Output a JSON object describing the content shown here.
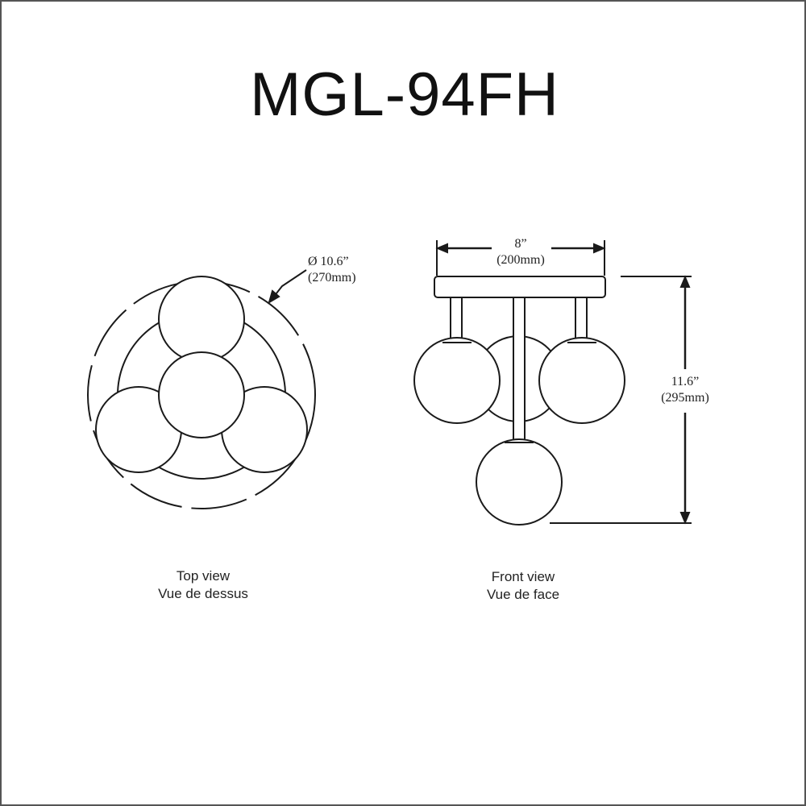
{
  "title": "MGL-94FH",
  "top_view": {
    "caption_en": "Top view",
    "caption_fr": "Vue de dessus",
    "diameter_in": "Ø 10.6”",
    "diameter_mm": "(270mm)"
  },
  "front_view": {
    "caption_en": "Front view",
    "caption_fr": "Vue de face",
    "width_in": "8”",
    "width_mm": "(200mm)",
    "height_in": "11.6”",
    "height_mm": "(295mm)"
  },
  "colors": {
    "line": "#1a1a1a",
    "border": "#555555"
  }
}
